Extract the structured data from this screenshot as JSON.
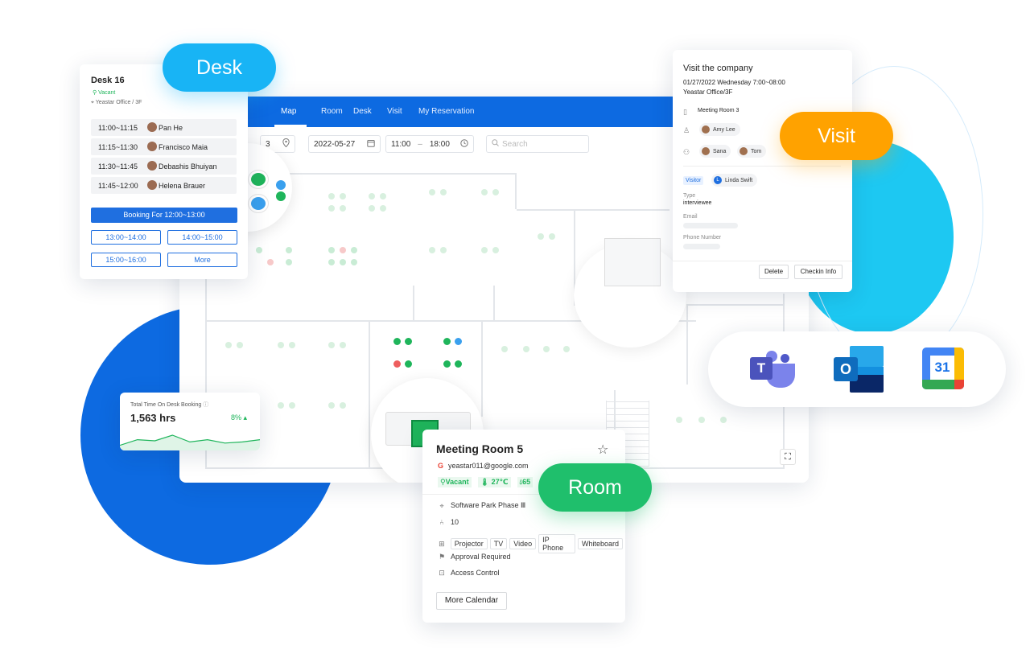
{
  "colors": {
    "primary_blue": "#0d6ae1",
    "accent_cyan": "#1dc8f2",
    "desk_pill": "#18b4f5",
    "visit_pill": "#ffa200",
    "room_pill": "#1fbf6c",
    "vacant_green": "#1fb55b",
    "occupied_red": "#ee5e5e"
  },
  "pills": {
    "desk": "Desk",
    "visit": "Visit",
    "room": "Room"
  },
  "nav": {
    "items": [
      "Map",
      "Room",
      "Desk",
      "Visit",
      "My Reservation"
    ]
  },
  "filters": {
    "floor_partial": "3",
    "date": "2022-05-27",
    "start_time": "11:00",
    "dash": "–",
    "end_time": "18:00",
    "search_placeholder": "Search"
  },
  "desk_card": {
    "title": "Desk 16",
    "status": "Vacant",
    "location": "Yeastar Office / 3F",
    "reservations": [
      {
        "time": "11:00~11:15",
        "person": "Pan He"
      },
      {
        "time": "11:15~11:30",
        "person": "Francisco Maia"
      },
      {
        "time": "11:30~11:45",
        "person": "Debashis Bhuiyan"
      },
      {
        "time": "11:45~12:00",
        "person": "Helena Brauer"
      }
    ],
    "primary_button": "Booking For 12:00~13:00",
    "slots": [
      "13:00~14:00",
      "14:00~15:00",
      "15:00~16:00",
      "More"
    ]
  },
  "stats_card": {
    "label": "Total Time On Desk Booking",
    "value": "1,563 hrs",
    "change": "8%",
    "trend": [
      0.3,
      0.55,
      0.5,
      0.75,
      0.45,
      0.55,
      0.4,
      0.45,
      0.55
    ]
  },
  "visit_card": {
    "title": "Visit the company",
    "datetime": "01/27/2022 Wednesday 7:00~08:00",
    "place": "Yeastar Office/3F",
    "room": "Meeting Room 3",
    "host": "Amy Lee",
    "attendees": [
      "Sana",
      "Tom"
    ],
    "visitor_tag": "Visitor",
    "visitor_initial": "L",
    "visitor_name": "Linda Swift",
    "type_label": "Type",
    "type_value": "interviewee",
    "email_label": "Email",
    "phone_label": "Phone Number",
    "delete_button": "Delete",
    "checkin_button": "Checkin Info"
  },
  "room_card": {
    "title": "Meeting Room 5",
    "email": "yeastar011@google.com",
    "status": "Vacant",
    "temperature": "27℃",
    "humidity": "65",
    "location": "Software Park Phase Ⅲ",
    "capacity": "10",
    "facilities": [
      "Projector",
      "TV",
      "Video",
      "IP Phone",
      "Whiteboard"
    ],
    "approval": "Approval Required",
    "access": "Access Control",
    "calendar_button": "More Calendar"
  },
  "integrations": {
    "teams_glyph": "T",
    "outlook_glyph": "O",
    "gcal_glyph": "31"
  }
}
